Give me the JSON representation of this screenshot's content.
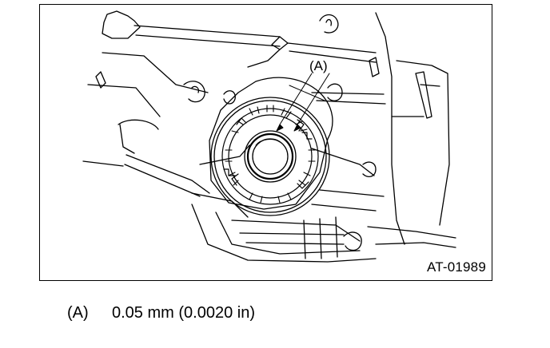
{
  "figure": {
    "id_text": "AT-01989",
    "callout_label": "(A)"
  },
  "caption": {
    "label": "(A)",
    "text": "0.05 mm (0.0020 in)"
  },
  "colors": {
    "line": "#000000",
    "background": "#ffffff"
  }
}
